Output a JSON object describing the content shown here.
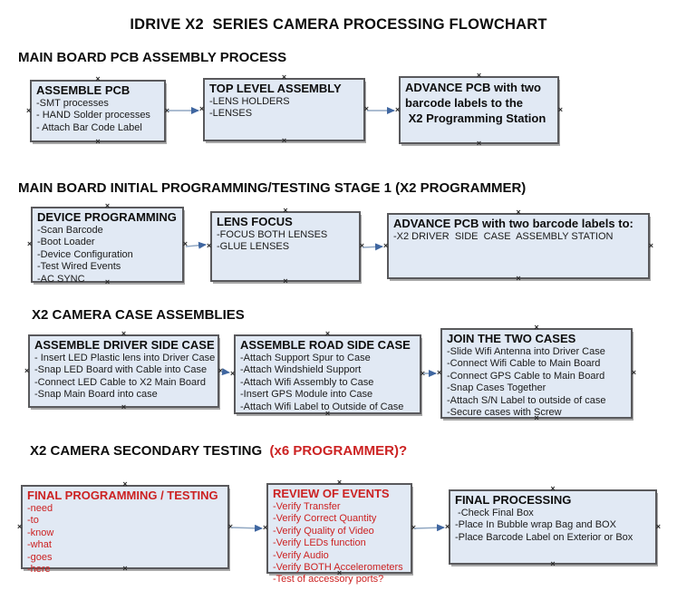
{
  "title": "IDRIVE X2  SERIES CAMERA PROCESSING FLOWCHART",
  "colors": {
    "box_fill": "#e1e9f4",
    "box_border": "#59595c",
    "arrow_line": "#90a7c2",
    "arrow_head": "#3f66a0",
    "red": "#cc2222"
  },
  "sections": {
    "s1": "MAIN BOARD PCB ASSEMBLY PROCESS",
    "s2": "MAIN BOARD INITIAL PROGRAMMING/TESTING STAGE 1 (X2 PROGRAMMER)",
    "s3": "X2 CAMERA CASE ASSEMBLIES",
    "s4_black": "X2 CAMERA SECONDARY TESTING ",
    "s4_red": " (x6 PROGRAMMER)?"
  },
  "boxes": {
    "assemble_pcb": {
      "title": "ASSEMBLE PCB",
      "lines": [
        "-SMT processes",
        "- HAND Solder processes",
        "- Attach Bar Code Label"
      ]
    },
    "top_level_assembly": {
      "title": "TOP LEVEL ASSEMBLY",
      "lines": [
        "-LENS HOLDERS",
        "-LENSES"
      ]
    },
    "advance_pcb_to_programming": {
      "lines": [
        "ADVANCE PCB with two",
        "barcode labels to the",
        " X2 Programming Station"
      ]
    },
    "device_programming": {
      "title": "DEVICE PROGRAMMING",
      "lines": [
        "-Scan Barcode",
        "-Boot Loader",
        "-Device Configuration",
        "-Test Wired Events",
        "-AC SYNC"
      ]
    },
    "lens_focus": {
      "title": "LENS FOCUS",
      "lines": [
        "-FOCUS BOTH LENSES",
        "-GLUE LENSES"
      ]
    },
    "advance_pcb_to_driver_station": {
      "title": "ADVANCE PCB with two barcode labels to:",
      "lines": [
        "-X2 DRIVER  SIDE  CASE  ASSEMBLY STATION"
      ]
    },
    "assemble_driver_side_case": {
      "title": "ASSEMBLE DRIVER SIDE CASE",
      "lines": [
        "- Insert LED Plastic lens into Driver Case",
        "-Snap LED Board with Cable into Case",
        "-Connect LED Cable to X2 Main Board",
        "-Snap Main Board into case"
      ]
    },
    "assemble_road_side_case": {
      "title": "ASSEMBLE ROAD SIDE CASE",
      "lines": [
        "-Attach Support Spur to Case",
        "-Attach Windshield Support",
        "-Attach Wifi Assembly to Case",
        "-Insert GPS Module into Case",
        "-Attach Wifi Label to Outside of Case"
      ]
    },
    "join_the_two_cases": {
      "title": "JOIN THE TWO CASES",
      "lines": [
        "-Slide Wifi Antenna into Driver Case",
        "-Connect Wifi Cable to Main Board",
        "-Connect GPS Cable to Main Board",
        "-Snap Cases Together",
        "-Attach S/N Label to outside of case",
        "-Secure cases with Screw"
      ]
    },
    "final_programming_testing": {
      "title": "FINAL PROGRAMMING / TESTING",
      "lines": [
        "-need",
        "-to",
        "-know",
        "-what",
        "-goes",
        "-here"
      ]
    },
    "review_of_events": {
      "title": "REVIEW OF EVENTS",
      "lines": [
        "-Verify Transfer",
        "-Verify Correct Quantity",
        "-Verify Quality of Video",
        "-Verify LEDs function",
        "-Verify Audio",
        "-Verify BOTH Accelerometers",
        "-Test of accessory ports?"
      ]
    },
    "final_processing": {
      "title": "FINAL PROCESSING",
      "lines": [
        " -Check Final Box",
        "-Place In Bubble wrap Bag and BOX",
        "-Place Barcode Label on Exterior or Box"
      ]
    }
  }
}
